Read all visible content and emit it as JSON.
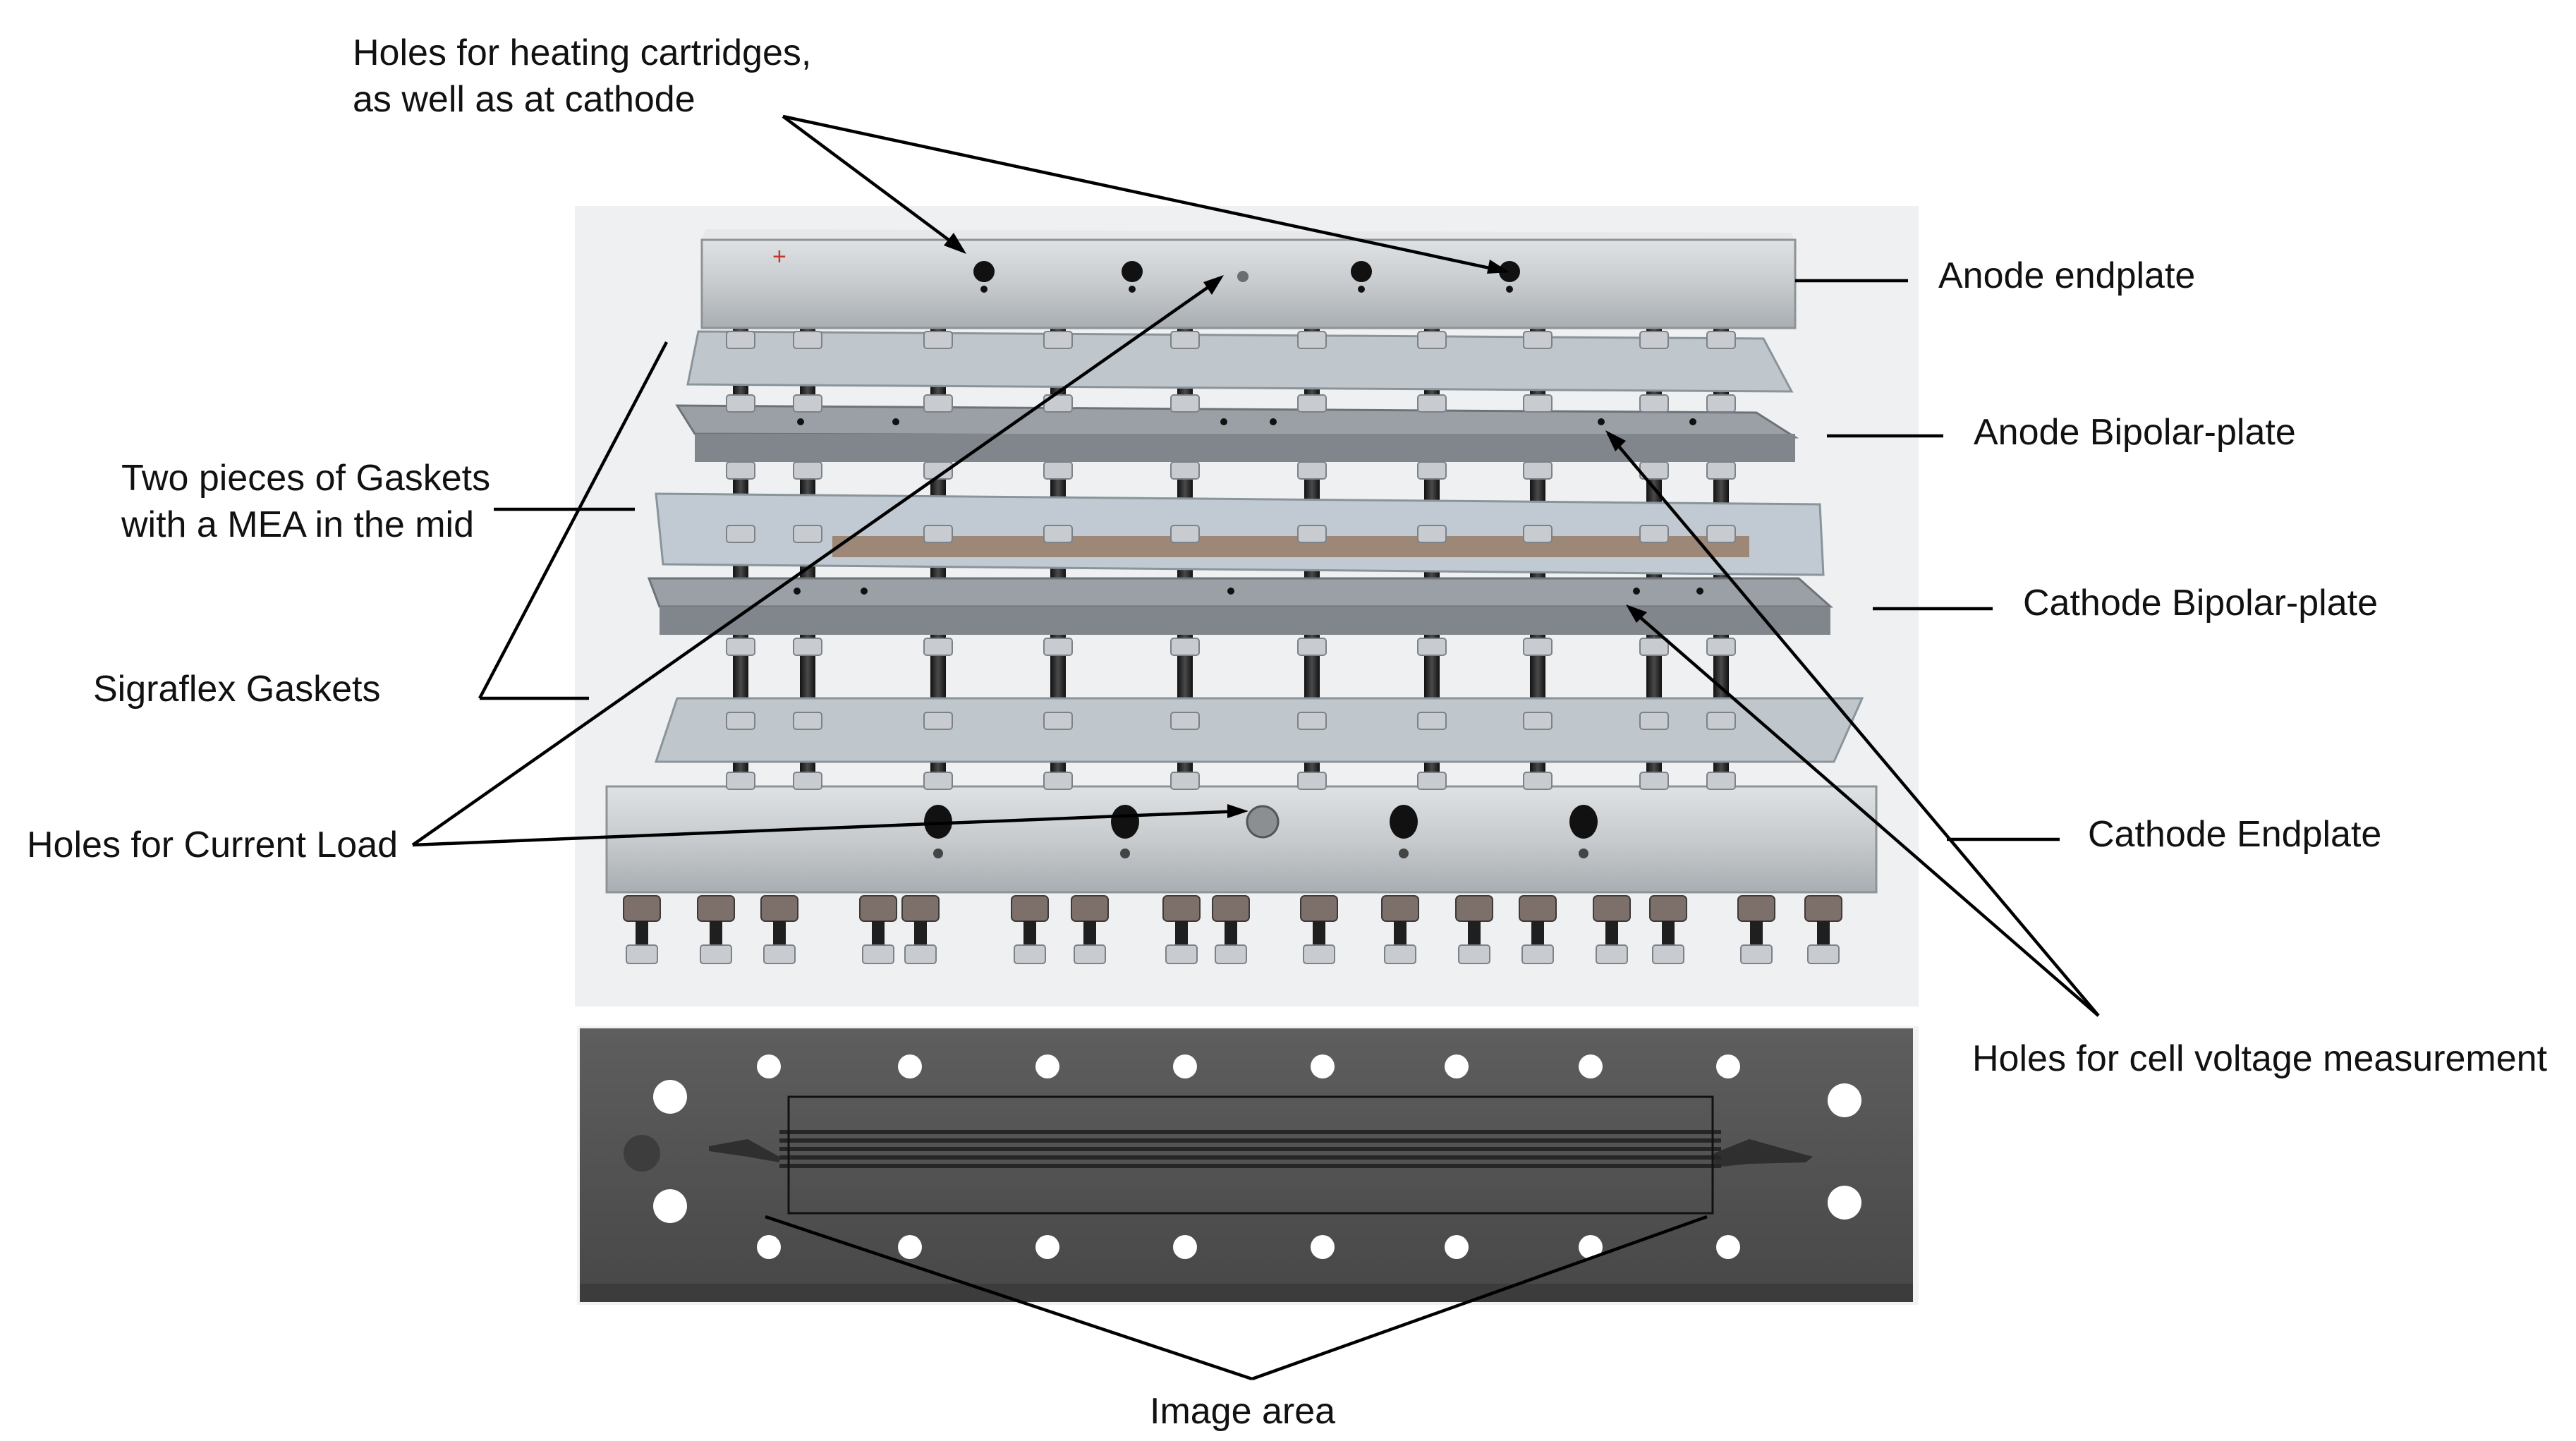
{
  "labels": {
    "heating_holes": {
      "line1": "Holes for heating cartridges,",
      "line2": "as well as at cathode"
    },
    "anode_endplate": "Anode endplate",
    "anode_bipolar": "Anode Bipolar-plate",
    "gaskets_mea": {
      "line1": "Two pieces of Gaskets",
      "line2": "with a MEA in the mid"
    },
    "cathode_bipolar": "Cathode Bipolar-plate",
    "sigraflex": "Sigraflex Gaskets",
    "current_load": "Holes for Current Load",
    "cathode_endplate": "Cathode Endplate",
    "cell_voltage": "Holes for cell voltage measurement",
    "image_area": "Image area"
  },
  "colors": {
    "endplate": "#c9cccf",
    "endplate_edge": "#8e9396",
    "bipolar": "#9aa0a6",
    "gasket": "#b9c2ca",
    "rod": "#2a2a2a",
    "nut": "#c8ccd0",
    "plate_dark": "#555555",
    "leader": "#000000",
    "photo_bg": "#eef0f1"
  }
}
